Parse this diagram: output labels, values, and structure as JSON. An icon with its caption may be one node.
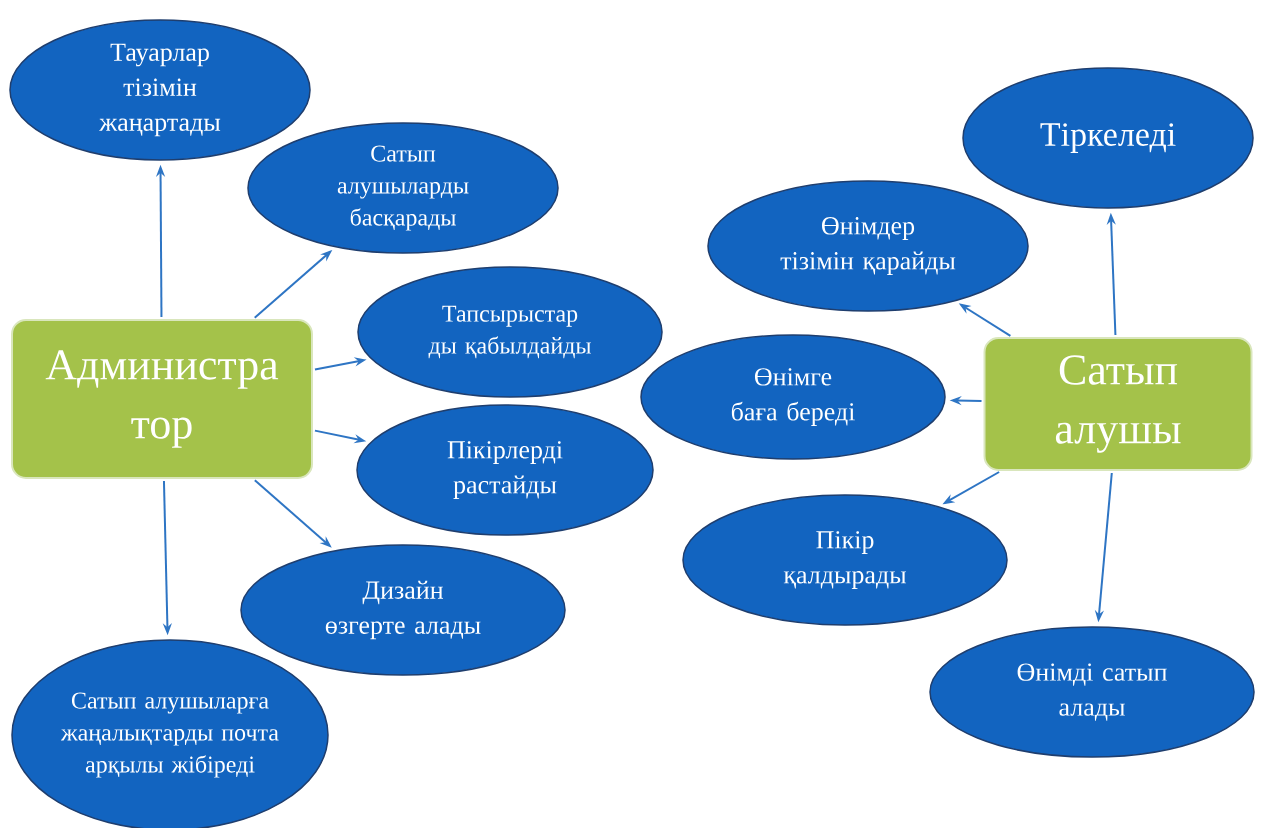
{
  "diagram": {
    "nodes": [
      {
        "text": [
          "Администра тор"
        ]
      },
      {
        "text": [
          "Тауарлар тізімін жаңартады"
        ]
      },
      {
        "text": [
          "Сатып алушыларды басқарады"
        ]
      },
      {
        "text": [
          "Тапсырыстар ды қабылдайды"
        ]
      },
      {
        "text": [
          "Пікірлерді растайды"
        ]
      },
      {
        "text": [
          "Дизайн өзгерте алады"
        ]
      },
      {
        "text": [
          "Сатып алушыларға жаңалықтарды почта арқылы жібіреді"
        ]
      },
      {
        "text": [
          "Сатып алушы"
        ]
      },
      {
        "text": [
          "Тіркеледі"
        ]
      },
      {
        "text": [
          "Өнімдер тізімін қарайды"
        ]
      },
      {
        "text": [
          "Өнімге баға береді"
        ]
      },
      {
        "text": [
          "Пікір қалдырады"
        ]
      },
      {
        "text": [
          "Өнімді сатып алады"
        ]
      }
    ],
    "edges": [
      {
        "from": 0,
        "to": 1,
        "arrow": "to"
      },
      {
        "from": 0,
        "to": 2,
        "arrow": "to"
      },
      {
        "from": 0,
        "to": 3,
        "arrow": "to"
      },
      {
        "from": 0,
        "to": 4,
        "arrow": "to"
      },
      {
        "from": 0,
        "to": 5,
        "arrow": "to"
      },
      {
        "from": 0,
        "to": 6,
        "arrow": "to"
      },
      {
        "from": 7,
        "to": 8,
        "arrow": "to"
      },
      {
        "from": 7,
        "to": 9,
        "arrow": "to"
      },
      {
        "from": 7,
        "to": 10,
        "arrow": "to"
      },
      {
        "from": 7,
        "to": 11,
        "arrow": "to"
      },
      {
        "from": 7,
        "to": 12,
        "arrow": "to"
      }
    ]
  }
}
